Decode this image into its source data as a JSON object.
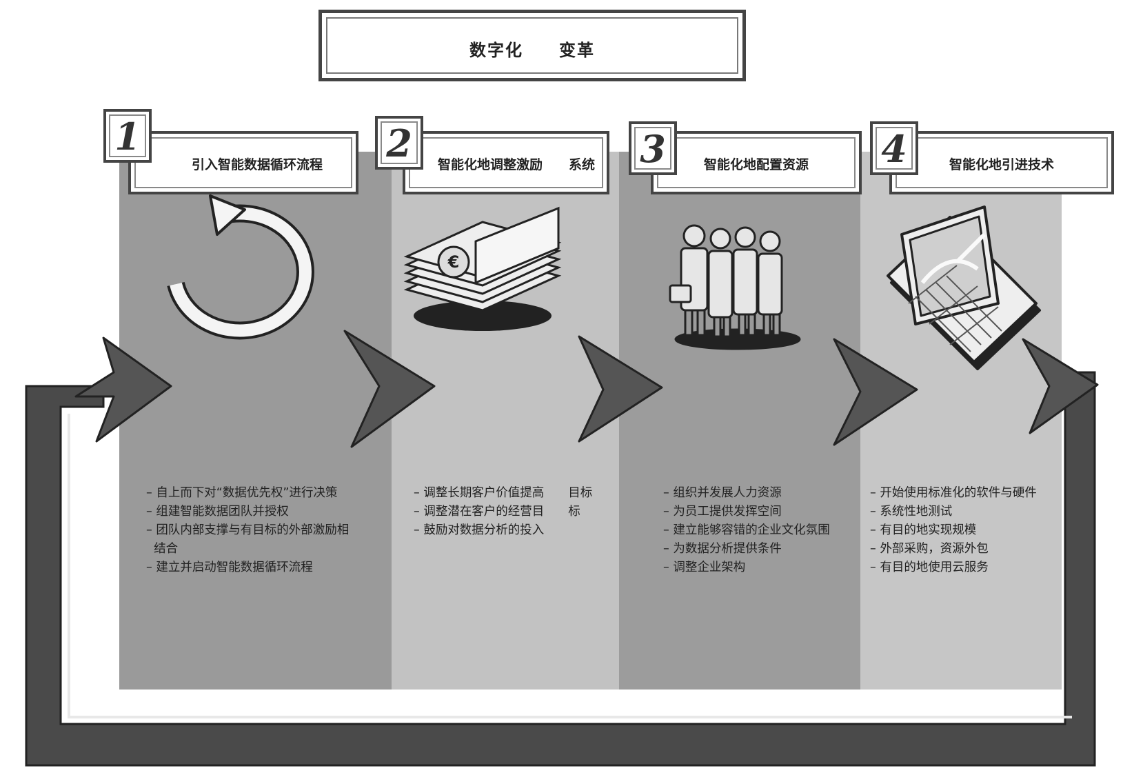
{
  "title": "数字化　　变革",
  "steps": [
    {
      "number": "1",
      "label": "引入智能数据循环流程",
      "icon": "cycle-arrow-icon",
      "items": [
        "– 自上而下对“数据优先权”进行决策",
        "– 组建智能数据团队并授权",
        "– 团队内部支撑与有目标的外部激励相",
        "  结合",
        "– 建立并启动智能数据循环流程"
      ]
    },
    {
      "number": "2",
      "label": "智能化地调整激励　　系统",
      "icon": "money-stack-icon",
      "items": [
        "– 调整长期客户价值提高　　目标",
        "– 调整潜在客户的经营目　　标",
        "– 鼓励对数据分析的投入"
      ]
    },
    {
      "number": "3",
      "label": "智能化地配置资源",
      "icon": "people-group-icon",
      "items": [
        "– 组织并发展人力资源",
        "– 为员工提供发挥空间",
        "– 建立能够容错的企业文化氛围",
        "– 为数据分析提供条件",
        "– 调整企业架构"
      ]
    },
    {
      "number": "4",
      "label": "智能化地引进技术",
      "icon": "laptop-icon",
      "items": [
        "– 开始使用标准化的软件与硬件",
        "– 系统性地测试",
        "– 有目的地实现规模",
        "– 外部采购，资源外包",
        "– 有目的地使用云服务"
      ]
    }
  ],
  "colors": {
    "col1": "#9a9a9a",
    "col2": "#c2c2c2",
    "col3": "#9c9c9c",
    "col4": "#c6c6c6",
    "loop": "#4a4a4a",
    "arrow": "#555555"
  }
}
